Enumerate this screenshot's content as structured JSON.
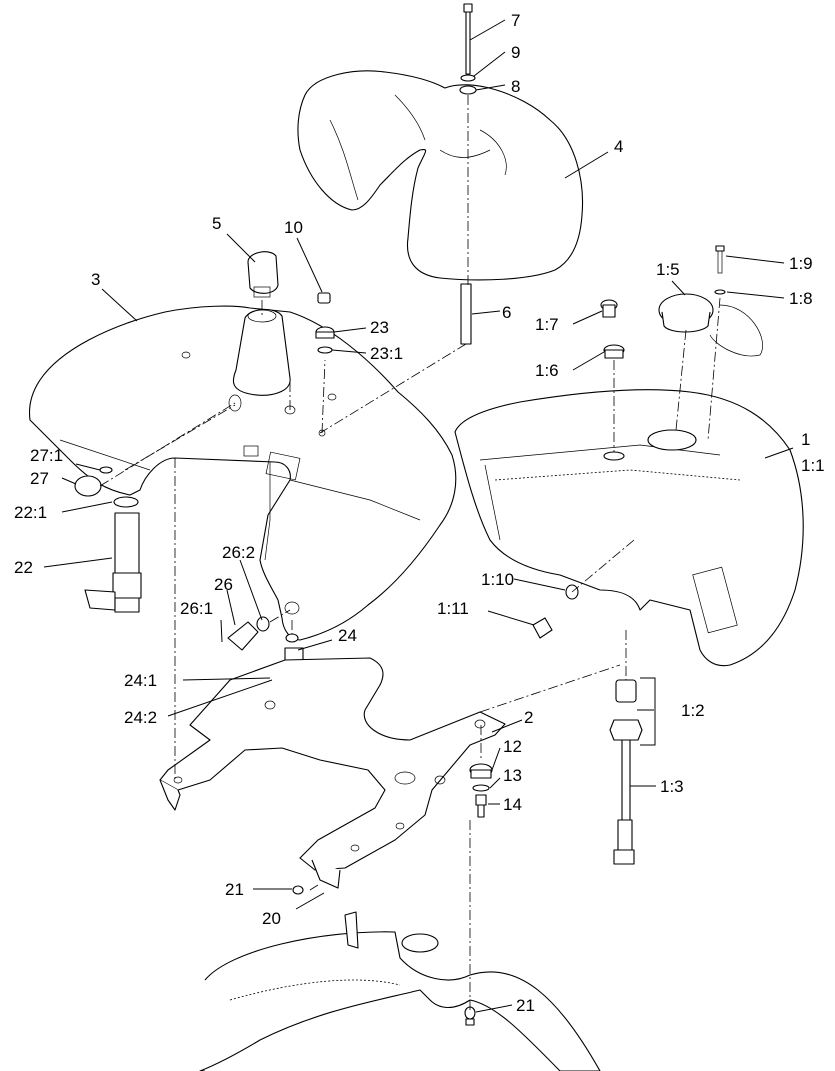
{
  "diagram": {
    "callouts": {
      "c7": "7",
      "c9": "9",
      "c8": "8",
      "c4": "4",
      "c5": "5",
      "c10": "10",
      "c3": "3",
      "c6": "6",
      "c23": "23",
      "c23_1": "23:1",
      "c1_5": "1:5",
      "c1_9": "1:9",
      "c1_8": "1:8",
      "c1_7": "1:7",
      "c1_6": "1:6",
      "c1": "1",
      "c1_1": "1:1",
      "c27_1": "27:1",
      "c27": "27",
      "c22_1": "22:1",
      "c22": "22",
      "c26_2": "26:2",
      "c26": "26",
      "c26_1": "26:1",
      "c24": "24",
      "c24_1": "24:1",
      "c24_2": "24:2",
      "c1_10": "1:10",
      "c1_11": "1:11",
      "c1_2": "1:2",
      "c2": "2",
      "c12": "12",
      "c13": "13",
      "c14": "14",
      "c1_3": "1:3",
      "c21a": "21",
      "c20": "20",
      "c21b": "21"
    }
  }
}
